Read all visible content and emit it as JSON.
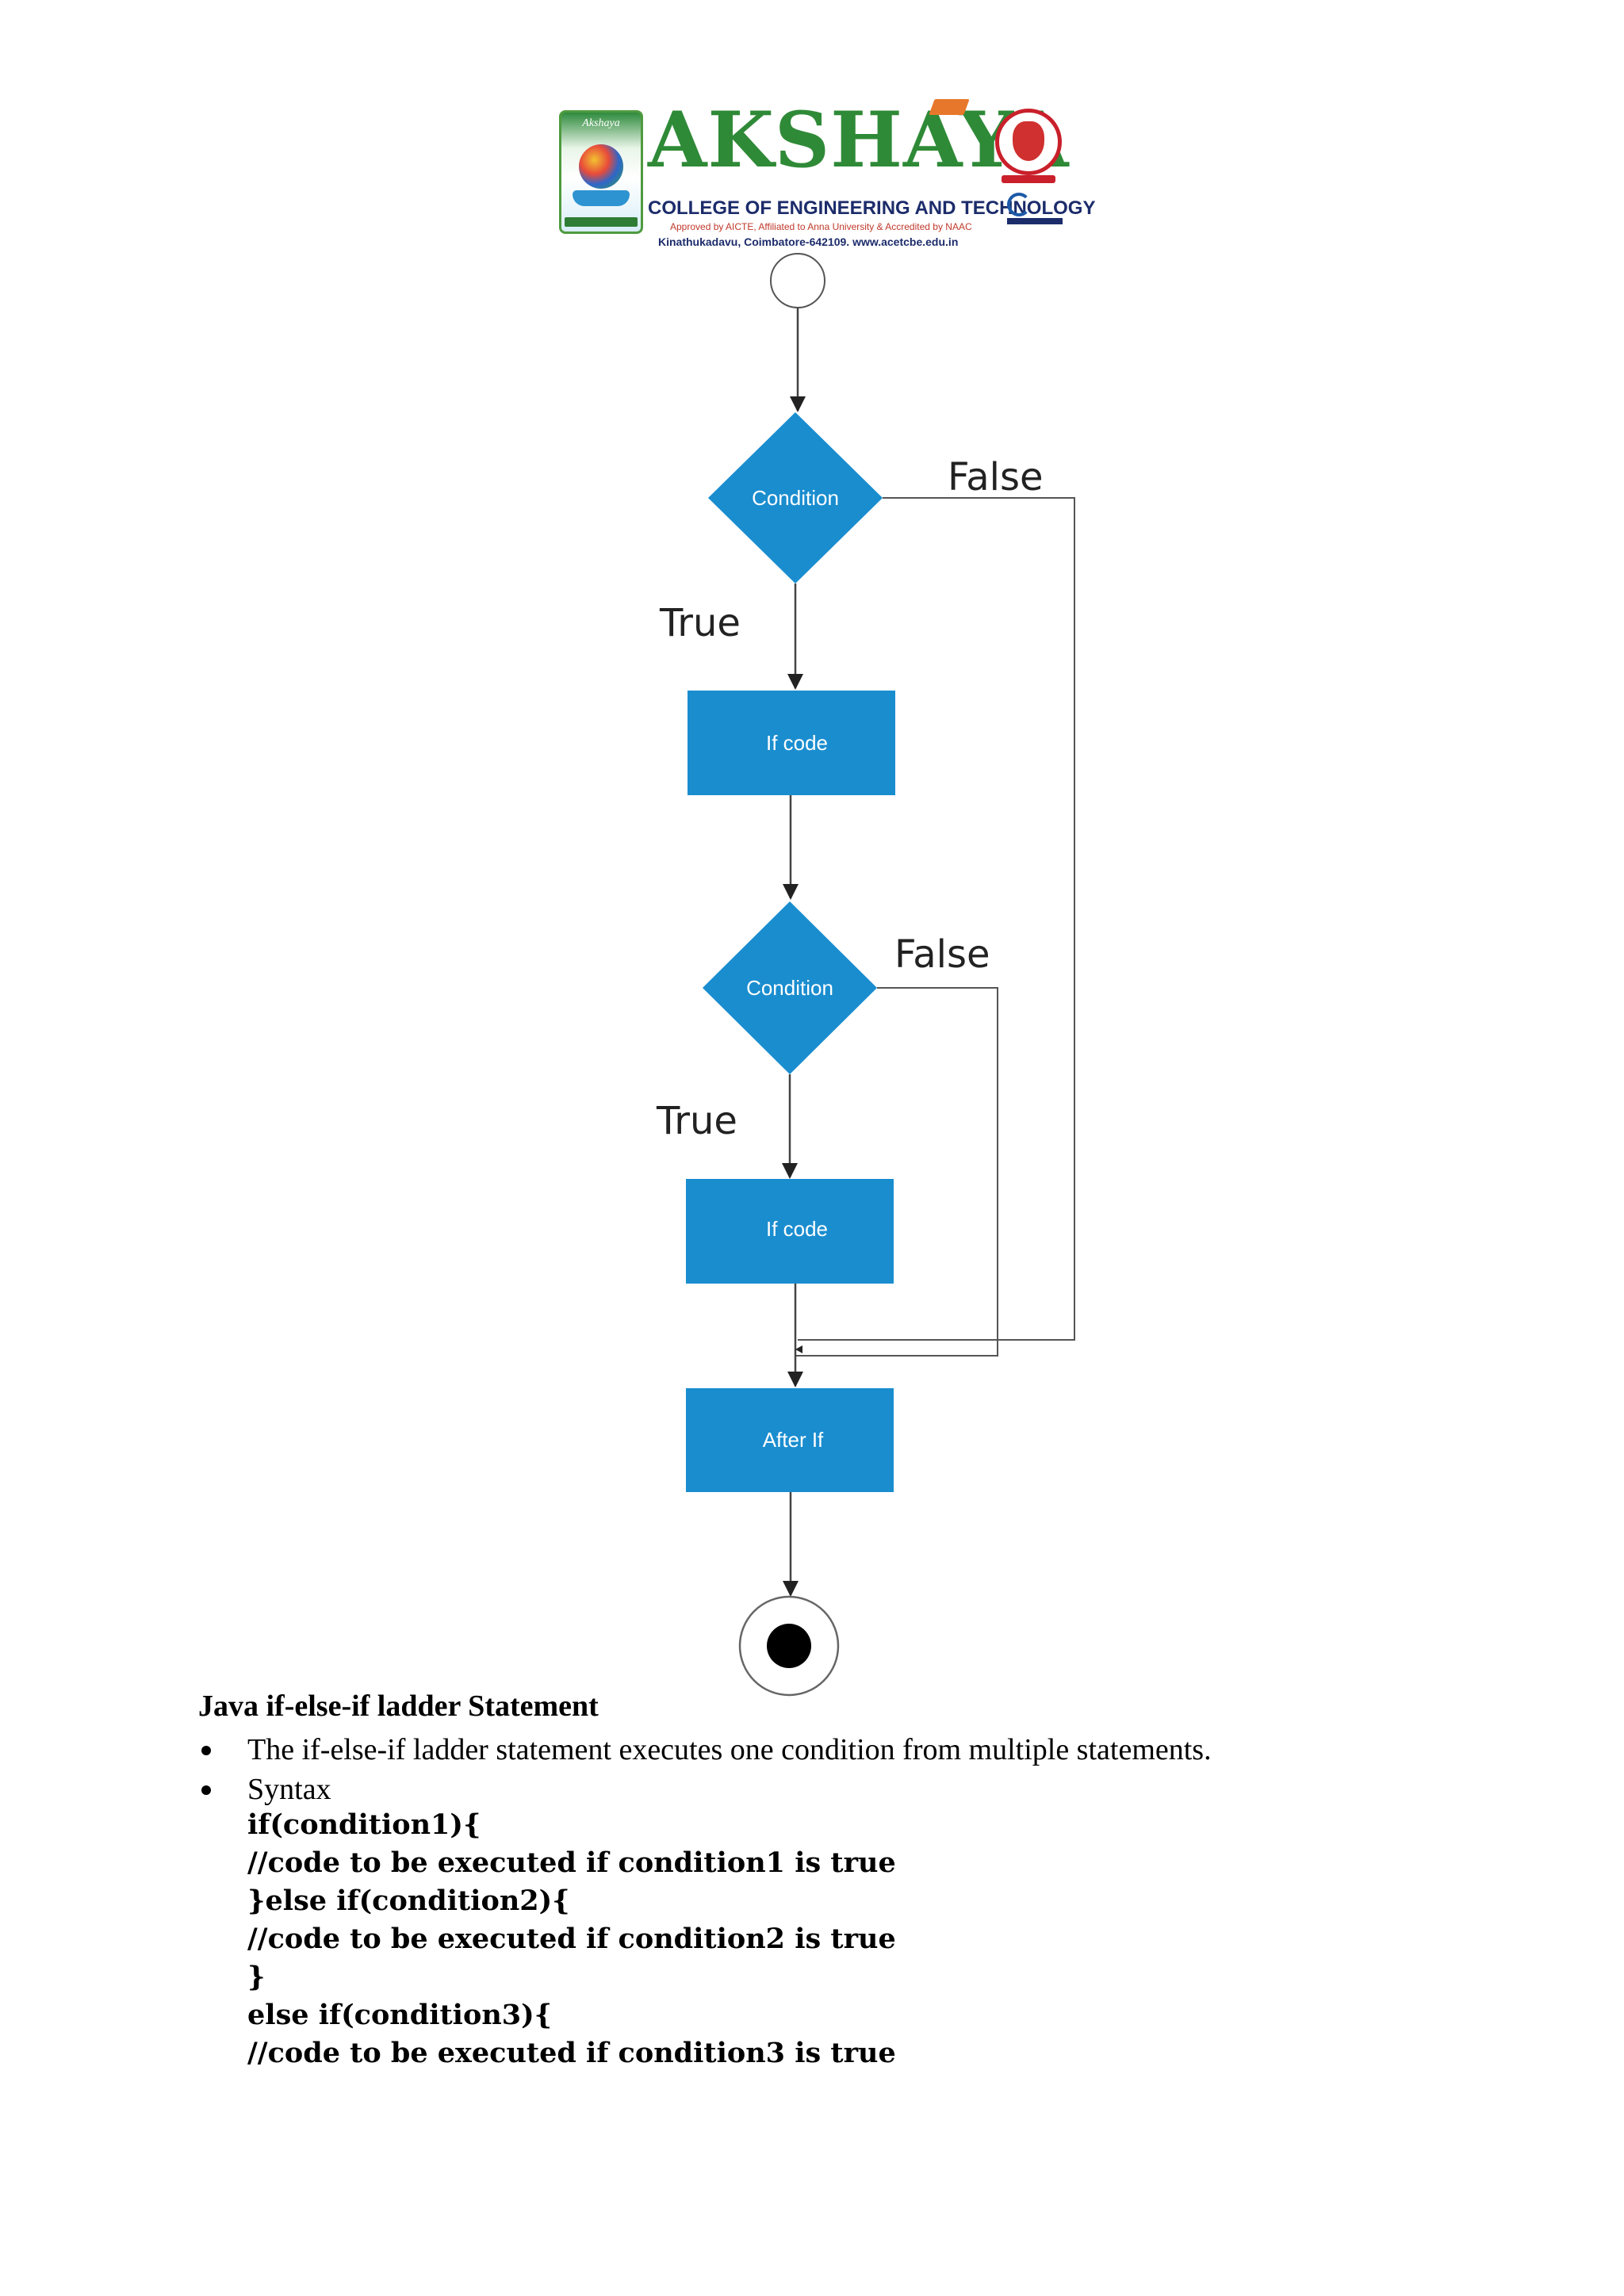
{
  "header": {
    "logo_brand": "Akshaya",
    "college_name": "AKSHAYA",
    "college_subtitle": "COLLEGE OF ENGINEERING AND TECHNOLOGY",
    "approval_line": "Approved by AICTE, Affiliated to Anna University & Accredited by NAAC",
    "address_line": "Kinathukadavu, Coimbatore-642109.   www.acetcbe.edu.in"
  },
  "flowchart": {
    "node1_label": "Condition",
    "node1_false": "False",
    "node1_true": "True",
    "node2_label": "If code",
    "node3_label": "Condition",
    "node3_false": "False",
    "node3_true": "True",
    "node4_label": "If code",
    "node5_label": "After If",
    "colors": {
      "node_fill": "#1a8dcf",
      "line": "#444444"
    }
  },
  "section": {
    "heading": "Java if-else-if ladder Statement",
    "bullets": [
      "The if-else-if ladder statement executes one condition from multiple statements.",
      "Syntax"
    ],
    "code_lines": [
      "if(condition1){",
      "//code to be executed if condition1 is true",
      "}else if(condition2){",
      "//code to be executed if condition2 is true",
      "}",
      "else if(condition3){",
      "//code to be executed if condition3 is true"
    ]
  }
}
